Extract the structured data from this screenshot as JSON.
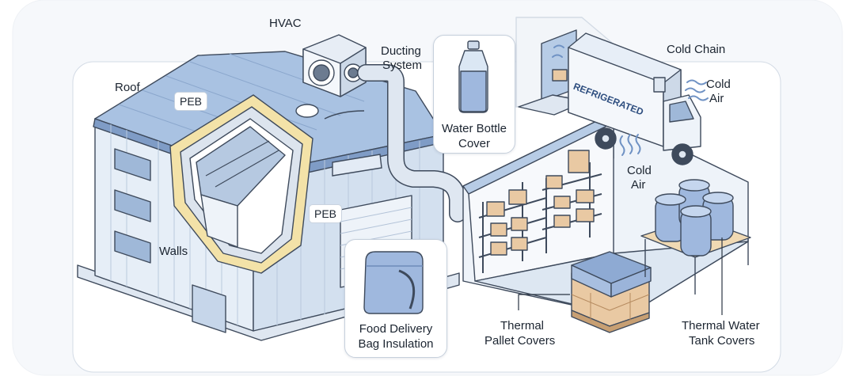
{
  "labels": {
    "hvac": "HVAC",
    "ducting_line1": "Ducting",
    "ducting_line2": "System",
    "roof": "Roof",
    "peb_roof": "PEB",
    "peb_wall": "PEB",
    "walls": "Walls",
    "cold_chain": "Cold Chain",
    "cold_air_truck_line1": "Cold",
    "cold_air_truck_line2": "Air",
    "cold_air_store_line1": "Cold",
    "cold_air_store_line2": "Air",
    "truck_text": "REFRIGERATED",
    "thermal_pallet_line1": "Thermal",
    "thermal_pallet_line2": "Pallet Covers",
    "thermal_tank_line1": "Thermal Water",
    "thermal_tank_line2": "Tank Covers"
  },
  "cards": {
    "water_bottle_line1": "Water Bottle",
    "water_bottle_line2": "Cover",
    "food_bag_line1": "Food Delivery",
    "food_bag_line2": "Bag Insulation"
  },
  "colors": {
    "outline": "#3e4a5c",
    "blue_light": "#dbe7f4",
    "blue_mid": "#b7cce6",
    "blue_dark": "#7f9cc6",
    "insulation": "#f3e2a8",
    "box": "#e9c9a3"
  }
}
